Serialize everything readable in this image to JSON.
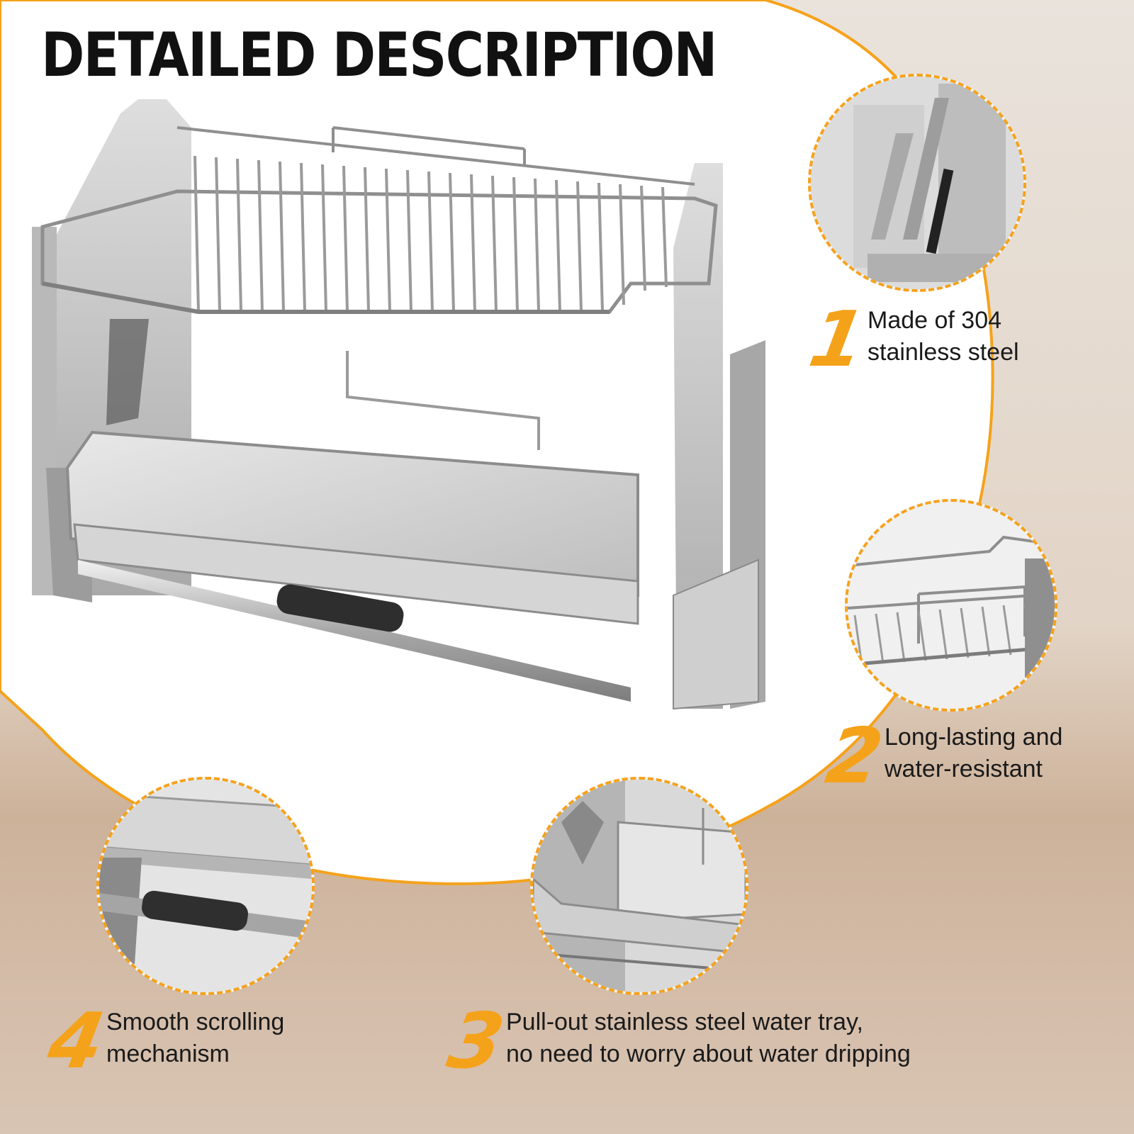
{
  "title": "DETAILED DESCRIPTION",
  "features": [
    {
      "number": "1",
      "lines": [
        "Made of 304",
        "stainless steel"
      ]
    },
    {
      "number": "2",
      "lines": [
        "Long-lasting and",
        "water-resistant"
      ]
    },
    {
      "number": "3",
      "lines": [
        "Pull-out stainless steel water tray,",
        "no need to worry about water dripping"
      ]
    },
    {
      "number": "4",
      "lines": [
        "Smooth scrolling",
        "mechanism"
      ]
    }
  ],
  "colors": {
    "accent": "#f5a21b",
    "title_text": "#111111",
    "body_text": "#1a1a1a",
    "panel_white": "#ffffff",
    "steel": "#c8c8c8"
  },
  "icons": {
    "main_product": "pull-down-dish-rack-image",
    "detail_1": "gas-spring-hinge-closeup",
    "detail_2": "wire-rack-closeup",
    "detail_3": "water-tray-closeup",
    "detail_4": "handle-bar-closeup"
  }
}
